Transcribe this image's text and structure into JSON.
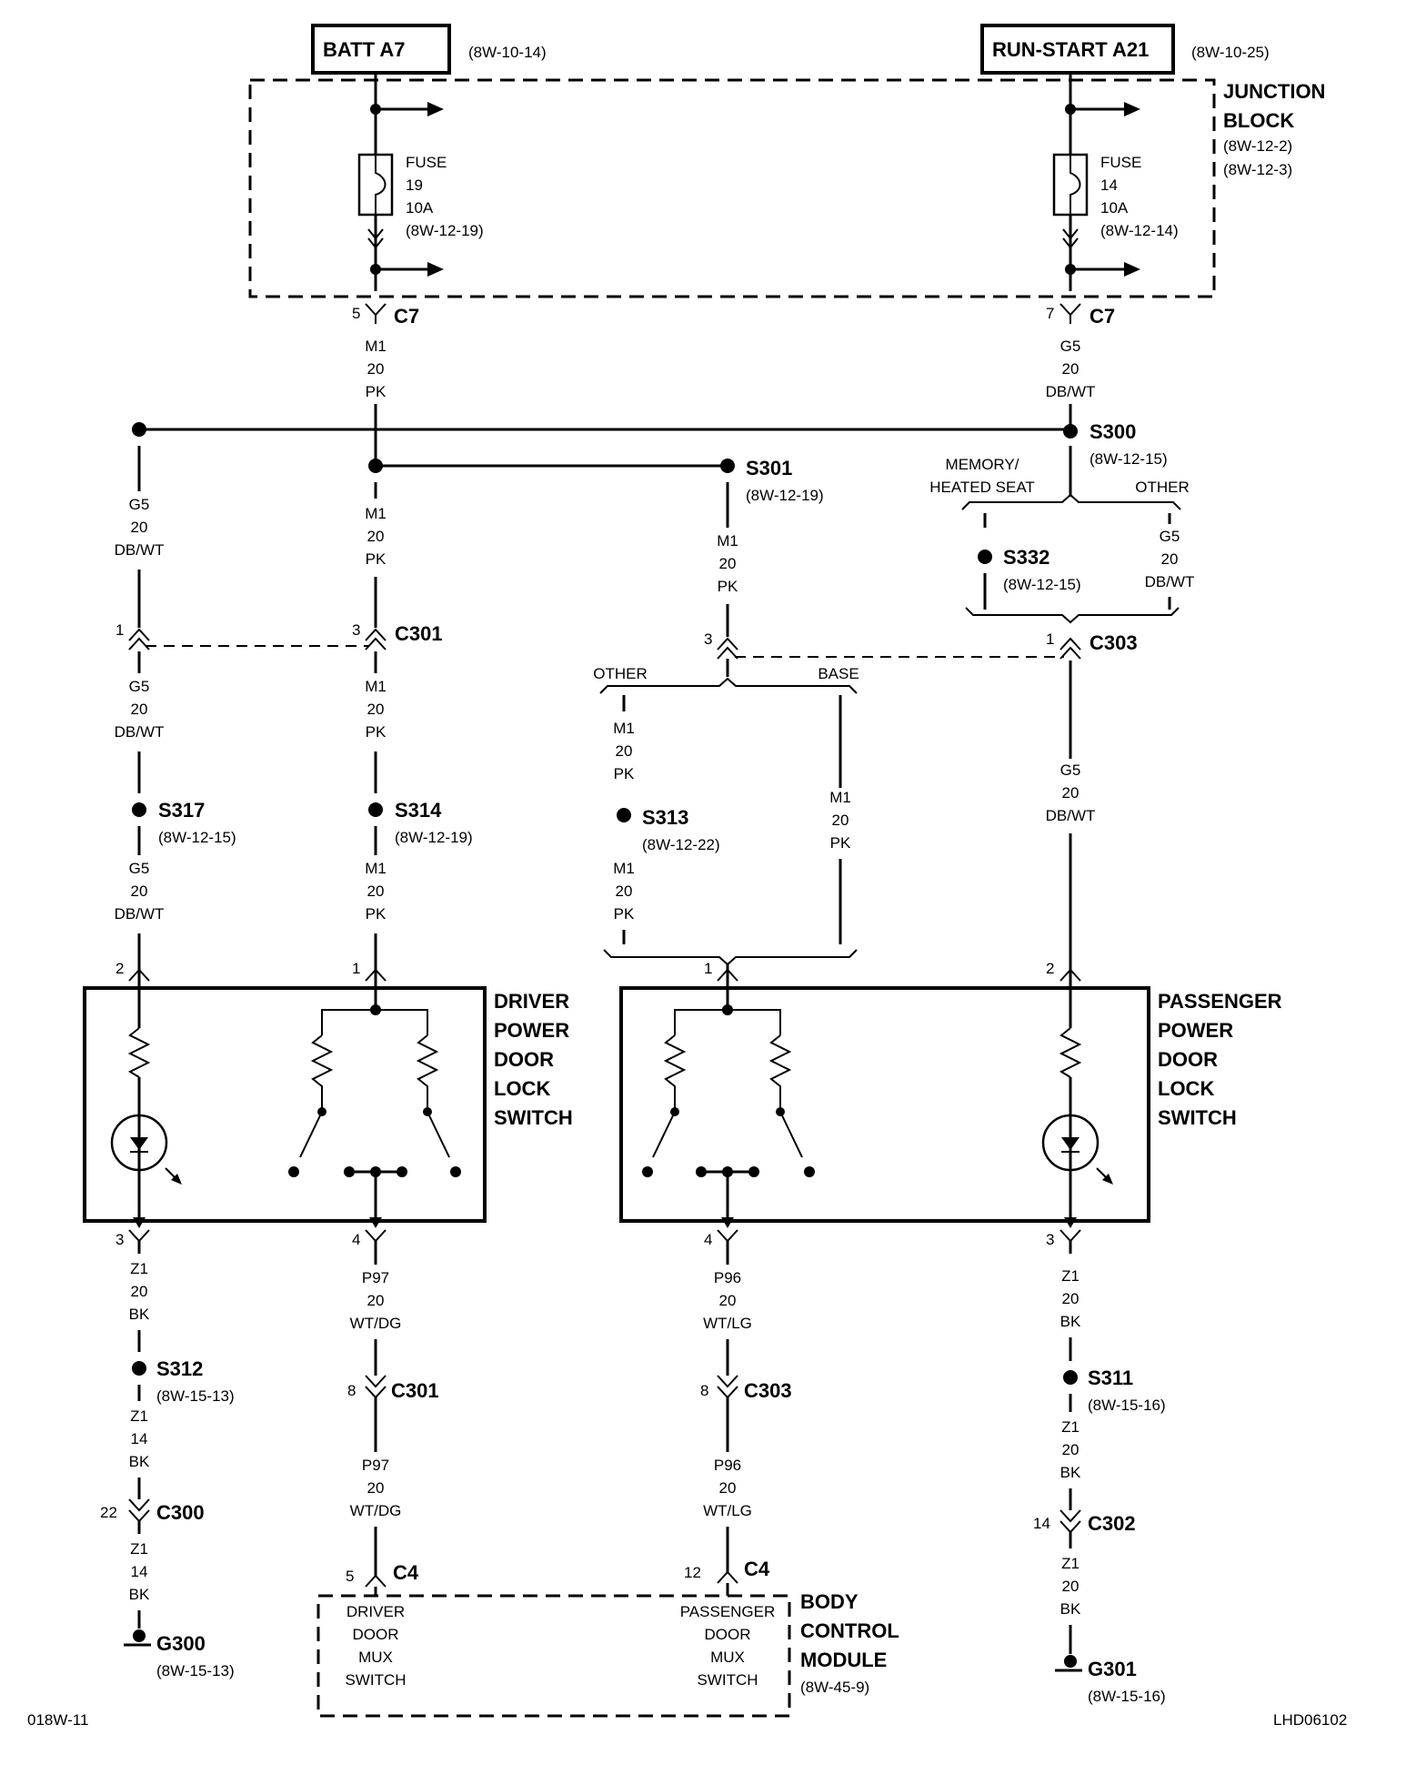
{
  "power_sources": {
    "batt": {
      "label": "BATT A7",
      "ref": "(8W-10-14)"
    },
    "run_start": {
      "label": "RUN-START A21",
      "ref": "(8W-10-25)"
    }
  },
  "junction_block": {
    "line1": "JUNCTION",
    "line2": "BLOCK",
    "ref1": "(8W-12-2)",
    "ref2": "(8W-12-3)"
  },
  "fuses": [
    {
      "l1": "FUSE",
      "l2": "19",
      "l3": "10A",
      "l4": "(8W-12-19)"
    },
    {
      "l1": "FUSE",
      "l2": "14",
      "l3": "10A",
      "l4": "(8W-12-14)"
    }
  ],
  "connectors": {
    "c7_left": {
      "pin": "5",
      "name": "C7"
    },
    "c7_right": {
      "pin": "7",
      "name": "C7"
    },
    "c301_a": {
      "pin": "1"
    },
    "c301_b": {
      "pin": "3",
      "name": "C301"
    },
    "c303_a": {
      "pin": "3"
    },
    "c303_b": {
      "pin": "1",
      "name": "C303"
    },
    "drv_sw_a": {
      "pin": "2"
    },
    "drv_sw_b": {
      "pin": "1"
    },
    "pass_sw_a": {
      "pin": "1"
    },
    "pass_sw_b": {
      "pin": "2"
    },
    "drv_out_a": {
      "pin": "3"
    },
    "drv_out_b": {
      "pin": "4"
    },
    "pass_out_a": {
      "pin": "4"
    },
    "pass_out_b": {
      "pin": "3"
    },
    "c301_low": {
      "pin": "8",
      "name": "C301"
    },
    "c303_low": {
      "pin": "8",
      "name": "C303"
    },
    "c300": {
      "pin": "22",
      "name": "C300"
    },
    "c302": {
      "pin": "14",
      "name": "C302"
    },
    "c4_left": {
      "pin": "5",
      "name": "C4"
    },
    "c4_right": {
      "pin": "12",
      "name": "C4"
    }
  },
  "wires": {
    "w_m1_top": {
      "circuit": "M1",
      "gauge": "20",
      "color": "PK"
    },
    "w_g5_top": {
      "circuit": "G5",
      "gauge": "20",
      "color": "DB/WT"
    },
    "w_g5_left": {
      "circuit": "G5",
      "gauge": "20",
      "color": "DB/WT"
    },
    "w_m1_mid": {
      "circuit": "M1",
      "gauge": "20",
      "color": "PK"
    },
    "w_m1_s301": {
      "circuit": "M1",
      "gauge": "20",
      "color": "PK"
    },
    "w_g5_other": {
      "circuit": "G5",
      "gauge": "20",
      "color": "DB/WT"
    },
    "w_g5_lo": {
      "circuit": "G5",
      "gauge": "20",
      "color": "DB/WT"
    },
    "w_m1_lo": {
      "circuit": "M1",
      "gauge": "20",
      "color": "PK"
    },
    "w_g5_s317": {
      "circuit": "G5",
      "gauge": "20",
      "color": "DB/WT"
    },
    "w_m1_s314": {
      "circuit": "M1",
      "gauge": "20",
      "color": "PK"
    },
    "w_m1_other_a": {
      "circuit": "M1",
      "gauge": "20",
      "color": "PK"
    },
    "w_m1_other_b": {
      "circuit": "M1",
      "gauge": "20",
      "color": "PK"
    },
    "w_m1_base": {
      "circuit": "M1",
      "gauge": "20",
      "color": "PK"
    },
    "w_g5_pass": {
      "circuit": "G5",
      "gauge": "20",
      "color": "DB/WT"
    },
    "w_z1_drv": {
      "circuit": "Z1",
      "gauge": "20",
      "color": "BK"
    },
    "w_p97_a": {
      "circuit": "P97",
      "gauge": "20",
      "color": "WT/DG"
    },
    "w_p96_a": {
      "circuit": "P96",
      "gauge": "20",
      "color": "WT/LG"
    },
    "w_z1_pass": {
      "circuit": "Z1",
      "gauge": "20",
      "color": "BK"
    },
    "w_z1_14a": {
      "circuit": "Z1",
      "gauge": "14",
      "color": "BK"
    },
    "w_z1_14b": {
      "circuit": "Z1",
      "gauge": "14",
      "color": "BK"
    },
    "w_p97_b": {
      "circuit": "P97",
      "gauge": "20",
      "color": "WT/DG"
    },
    "w_p96_b": {
      "circuit": "P96",
      "gauge": "20",
      "color": "WT/LG"
    },
    "w_z1_pass2": {
      "circuit": "Z1",
      "gauge": "20",
      "color": "BK"
    },
    "w_z1_pass3": {
      "circuit": "Z1",
      "gauge": "20",
      "color": "BK"
    }
  },
  "splices": {
    "s300": {
      "name": "S300",
      "ref": "(8W-12-15)"
    },
    "s301": {
      "name": "S301",
      "ref": "(8W-12-19)"
    },
    "s332": {
      "name": "S332",
      "ref": "(8W-12-15)"
    },
    "s317": {
      "name": "S317",
      "ref": "(8W-12-15)"
    },
    "s314": {
      "name": "S314",
      "ref": "(8W-12-19)"
    },
    "s313": {
      "name": "S313",
      "ref": "(8W-12-22)"
    },
    "s312": {
      "name": "S312",
      "ref": "(8W-15-13)"
    },
    "s311": {
      "name": "S311",
      "ref": "(8W-15-16)"
    }
  },
  "grounds": {
    "g300": {
      "name": "G300",
      "ref": "(8W-15-13)"
    },
    "g301": {
      "name": "G301",
      "ref": "(8W-15-16)"
    }
  },
  "options": {
    "memory": "MEMORY/",
    "heated": "HEATED SEAT",
    "other_right": "OTHER",
    "other_left": "OTHER",
    "base": "BASE"
  },
  "driver_switch": [
    "DRIVER",
    "POWER",
    "DOOR",
    "LOCK",
    "SWITCH"
  ],
  "passenger_switch": [
    "PASSENGER",
    "POWER",
    "DOOR",
    "LOCK",
    "SWITCH"
  ],
  "bcm": {
    "line1": "BODY",
    "line2": "CONTROL",
    "line3": "MODULE",
    "ref": "(8W-45-9)",
    "driver_mux": [
      "DRIVER",
      "DOOR",
      "MUX",
      "SWITCH"
    ],
    "passenger_mux": [
      "PASSENGER",
      "DOOR",
      "MUX",
      "SWITCH"
    ]
  },
  "footer": {
    "left": "018W-11",
    "right": "LHD06102"
  }
}
